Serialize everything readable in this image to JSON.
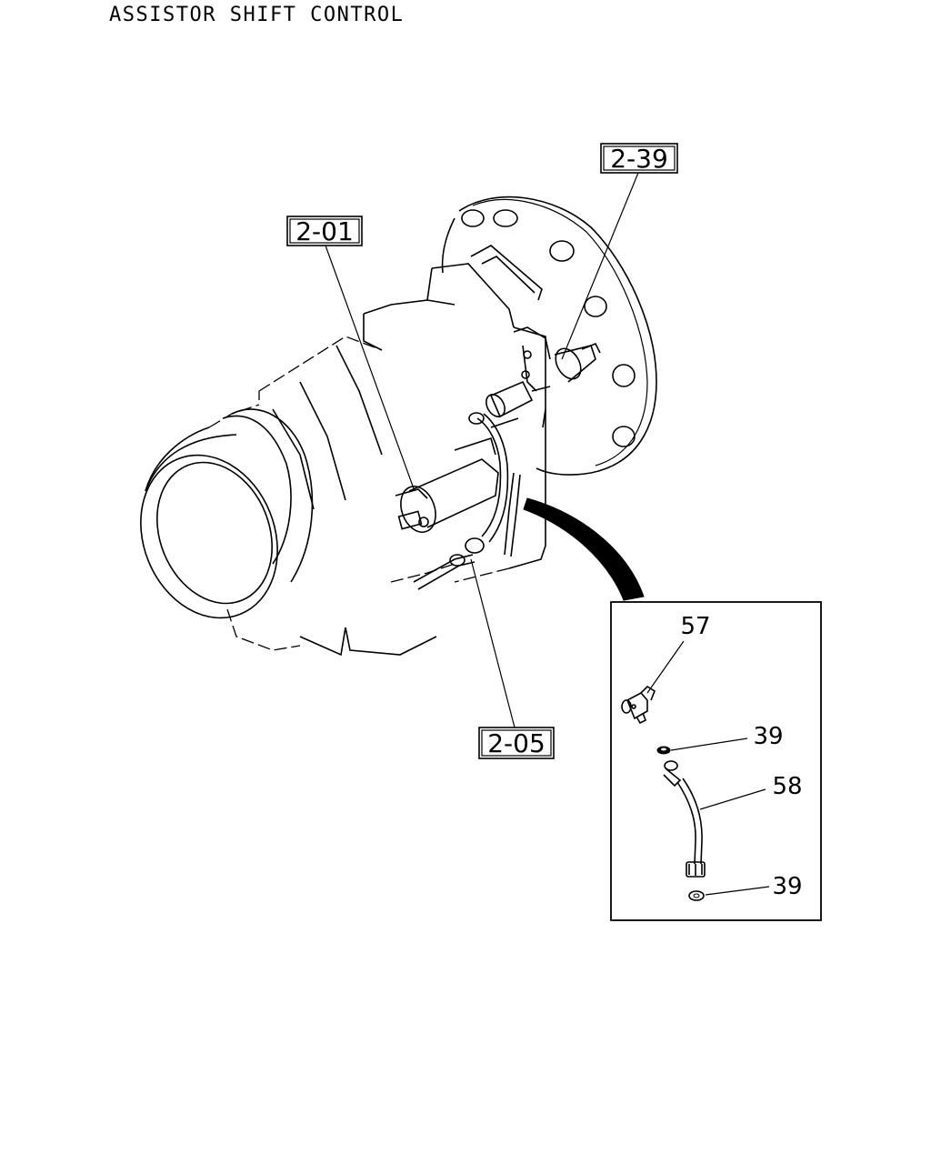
{
  "title": "ASSISTOR SHIFT CONTROL",
  "references": [
    {
      "id": "ref-2-01",
      "label": "2-01"
    },
    {
      "id": "ref-2-39",
      "label": "2-39"
    },
    {
      "id": "ref-2-05",
      "label": "2-05"
    }
  ],
  "detail_parts": [
    {
      "id": "part-57",
      "label": "57"
    },
    {
      "id": "part-39-upper",
      "label": "39"
    },
    {
      "id": "part-58",
      "label": "58"
    },
    {
      "id": "part-39-lower",
      "label": "39"
    }
  ]
}
